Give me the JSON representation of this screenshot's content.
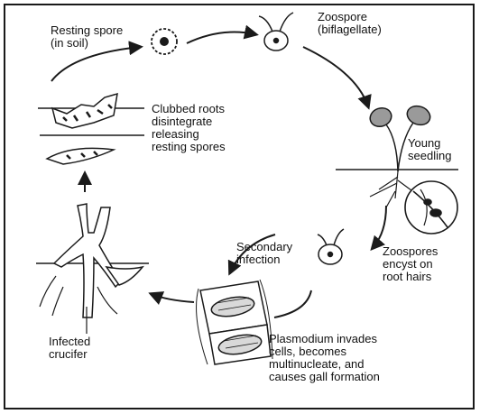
{
  "labels": {
    "resting_spore": "Resting spore\n(in soil)",
    "zoospore": "Zoospore\n(biflagellate)",
    "young_seedling": "Young\nseedling",
    "zoospores_encyst": "Zoospores\nencyst on\nroot hairs",
    "secondary_infection": "Secondary\ninfection",
    "plasmodium": "Plasmodium invades\ncells, becomes\nmultinucleate, and\ncauses gall formation",
    "infected_crucifer": "Infected\ncrucifer",
    "clubbed_roots": "Clubbed roots\ndisintegrate\nreleasing\nresting spores"
  },
  "colors": {
    "ink": "#1a1a1a",
    "leaf": "#9a9a9a",
    "background": "#ffffff"
  }
}
